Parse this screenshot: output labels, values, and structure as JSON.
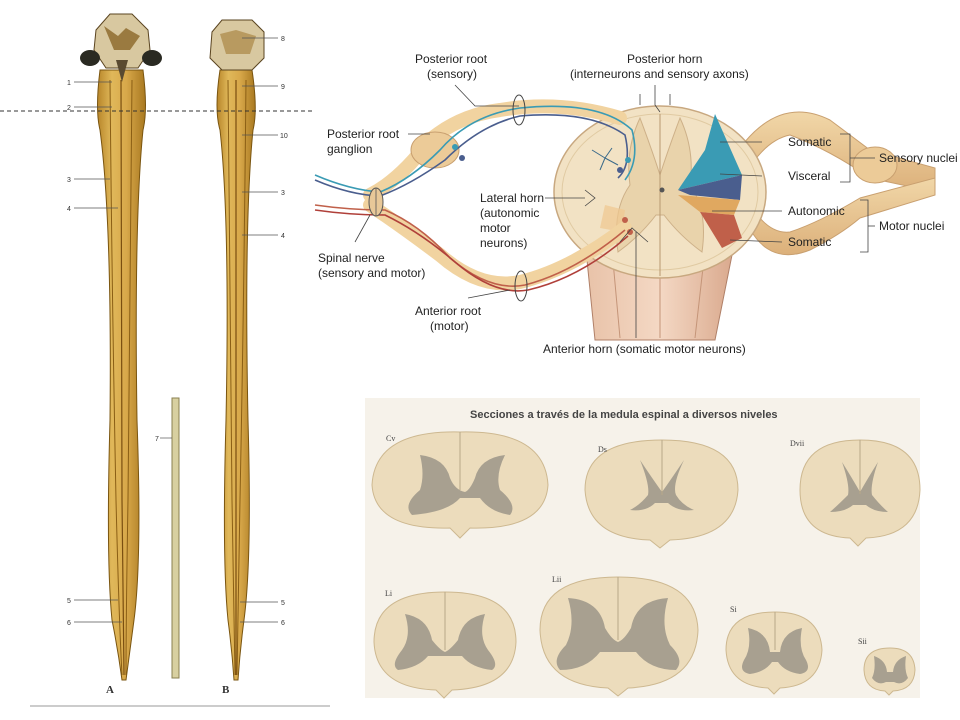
{
  "left_panel": {
    "numbers_a": [
      "1",
      "2",
      "3",
      "4",
      "5",
      "6"
    ],
    "numbers_b": [
      "8",
      "9",
      "10",
      "3",
      "4",
      "5",
      "6"
    ],
    "rod_label": "7",
    "letter_a": "A",
    "letter_b": "B"
  },
  "cross_section": {
    "labels": {
      "posterior_root": "Posterior root",
      "posterior_root_sub": "(sensory)",
      "posterior_horn": "Posterior horn",
      "posterior_horn_sub": "(interneurons and sensory axons)",
      "posterior_root_ganglion_1": "Posterior root",
      "posterior_root_ganglion_2": "ganglion",
      "lateral_horn_1": "Lateral horn",
      "lateral_horn_2": "(autonomic",
      "lateral_horn_3": "motor",
      "lateral_horn_4": "neurons)",
      "spinal_nerve_1": "Spinal nerve",
      "spinal_nerve_2": "(sensory and motor)",
      "anterior_root_1": "Anterior root",
      "anterior_root_2": "(motor)",
      "anterior_horn": "Anterior horn (somatic motor neurons)",
      "somatic_top": "Somatic",
      "visceral": "Visceral",
      "autonomic": "Autonomic",
      "somatic_bottom": "Somatic",
      "sensory_nuclei": "Sensory nuclei",
      "motor_nuclei": "Motor nuclei"
    },
    "colors": {
      "somatic_sensory": "#3a9bb4",
      "visceral_sensory": "#4a5e8e",
      "autonomic_motor": "#e0a860",
      "somatic_motor": "#c0604a"
    }
  },
  "sections": {
    "title": "Secciones a través de la medula espinal a diversos niveles",
    "levels": [
      "Cv",
      "Ds",
      "Dvii",
      "Li",
      "Lii",
      "Si",
      "Sii"
    ]
  }
}
